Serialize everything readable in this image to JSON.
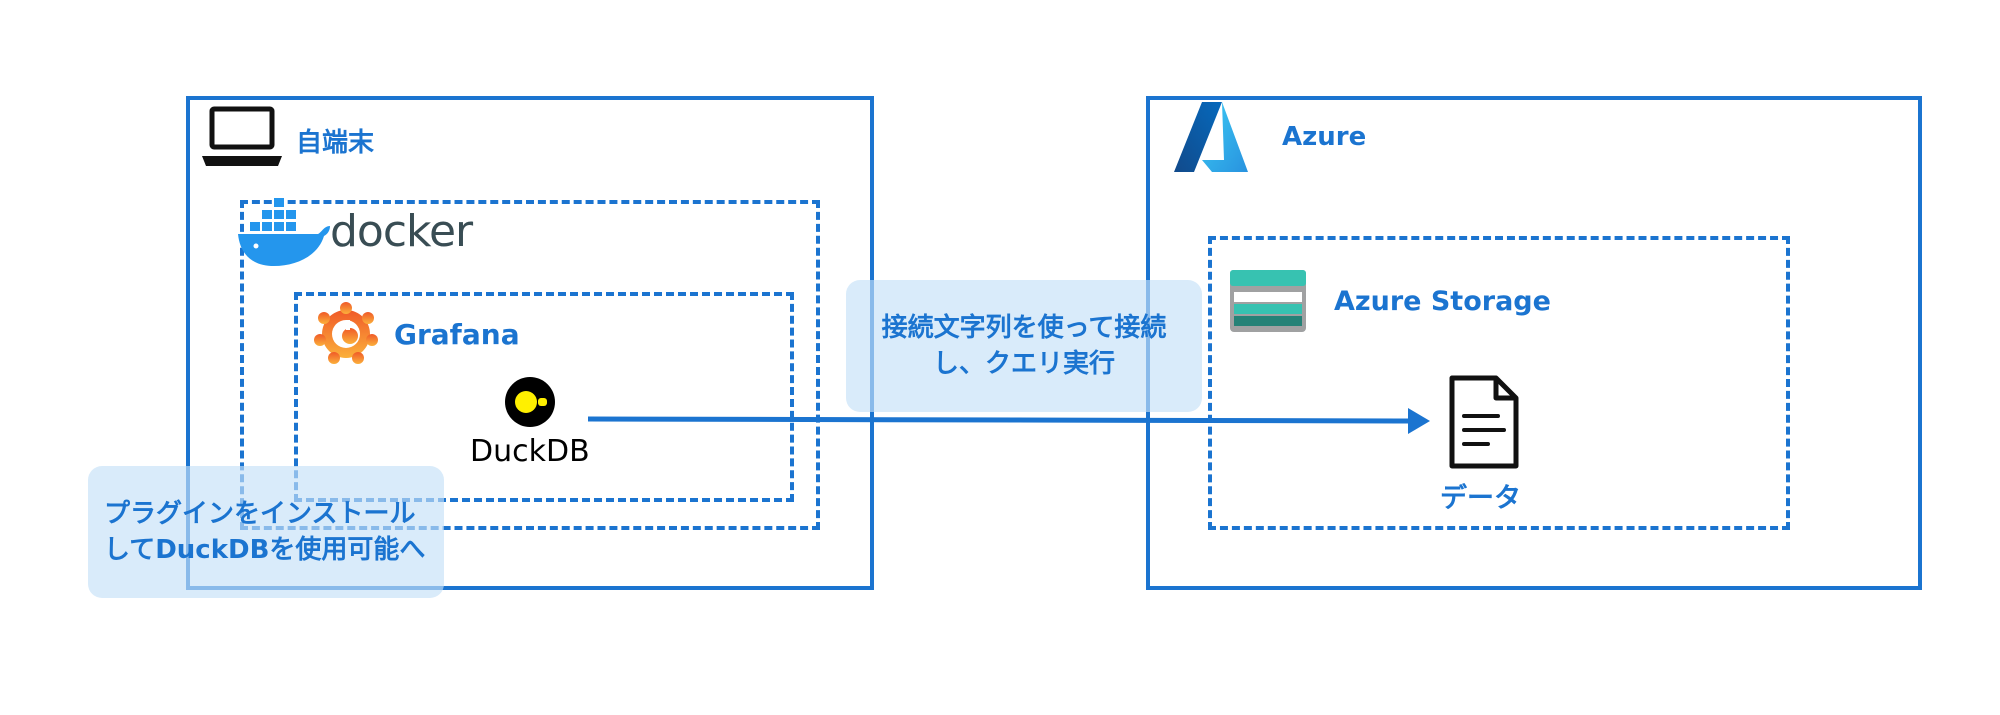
{
  "client": {
    "label": "自端末",
    "icon": "laptop-icon"
  },
  "docker": {
    "label": "docker",
    "icon": "docker-whale-icon"
  },
  "grafana": {
    "label": "Grafana",
    "icon": "grafana-icon"
  },
  "duckdb": {
    "label": "DuckDB",
    "icon": "duckdb-icon"
  },
  "azure": {
    "label": "Azure",
    "icon": "azure-icon"
  },
  "storage": {
    "label": "Azure Storage",
    "icon": "azure-storage-icon"
  },
  "data_file": {
    "label": "データ",
    "icon": "document-icon"
  },
  "notes": {
    "connection": [
      "接続文字列を使って接続",
      "し、クエリ実行"
    ],
    "plugin": [
      "プラグインをインストール",
      "してDuckDBを使用可能へ"
    ]
  },
  "colors": {
    "accent": "#1b74d0",
    "note_bg": "#c4e0f8",
    "docker_blue": "#2496ed",
    "grafana_orange": "#f46800",
    "duck_yellow": "#fff000",
    "storage_teal": "#37c2b1"
  }
}
